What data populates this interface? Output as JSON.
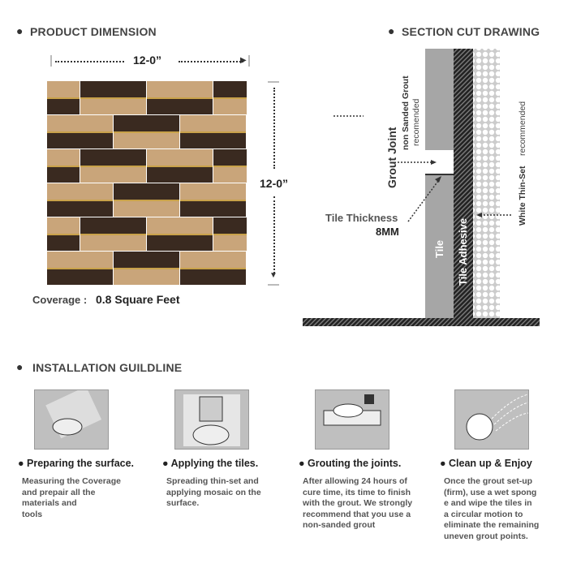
{
  "product_dimension": {
    "heading": "PRODUCT DIMENSION",
    "width_label": "12-0”",
    "height_label": "12-0”",
    "coverage_label": "Coverage :",
    "coverage_value": "0.8 Square Feet"
  },
  "section_cut": {
    "heading": "SECTION CUT DRAWING",
    "grout_joint": "Grout Joint",
    "grout_note_1": "non Sanded Grout",
    "grout_note_2": "recomended",
    "tile_thickness": "Tile Thickness",
    "thickness_value": "8MM",
    "tile": "Tile",
    "adhesive": "Tile Adhesive",
    "thinset_1": "White Thin-Set",
    "thinset_2": "recommended"
  },
  "installation": {
    "heading": "INSTALLATION GUILDLINE",
    "steps": [
      {
        "title": "Preparing the surface.",
        "body": "Measuring the Coverage\nand prepair all the\nmaterials and\ntools",
        "icon": "measuring-icon"
      },
      {
        "title": "Applying the tiles.",
        "body": "Spreading thin-set and\napplying mosaic on the\nsurface.",
        "icon": "trowel-icon"
      },
      {
        "title": "Grouting the joints.",
        "body": "After allowing 24 hours of\ncure time, its time to finish\nwith the grout. We strongly\nrecommend that you use a\nnon-sanded grout",
        "icon": "grout-float-icon"
      },
      {
        "title": "Clean up & Enjoy",
        "body": "Once the grout set-up\n(firm), use a wet spong\ne and wipe the tiles in\n a circular motion to\neliminate the remaining\nuneven grout points.",
        "icon": "sponge-icon"
      }
    ]
  },
  "colors": {
    "dark_marble": "#3a2a20",
    "light_marble": "#c9a57a",
    "gold": "#c9a24a"
  }
}
